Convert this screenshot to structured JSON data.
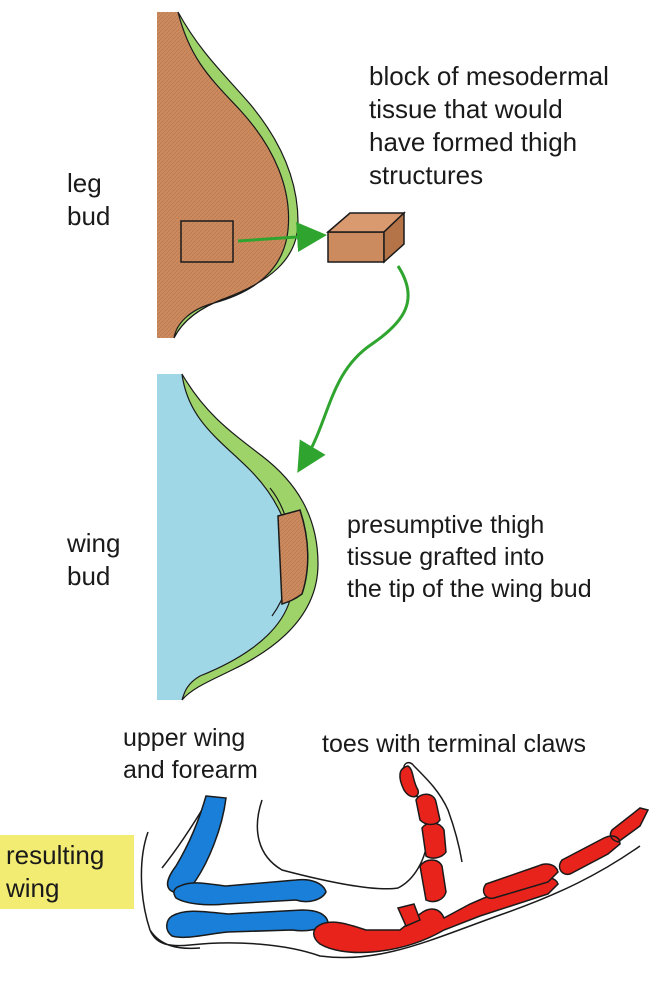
{
  "labels": {
    "leg_bud": [
      "leg",
      "bud"
    ],
    "block": [
      "block of mesodermal",
      "tissue that would",
      "have formed thigh",
      "structures"
    ],
    "wing_bud": [
      "wing",
      "bud"
    ],
    "grafted": [
      "presumptive thigh",
      "tissue grafted into",
      "the tip of the wing bud"
    ],
    "upper_wing": [
      "upper wing",
      "and forearm"
    ],
    "toes": [
      "toes with terminal claws"
    ],
    "resulting_wing": [
      "resulting",
      "wing"
    ]
  },
  "colors": {
    "leg_mesoderm": "#cc8a5f",
    "ectoderm_green": "#9ed36a",
    "wing_mesoderm": "#9fd7e6",
    "arrow_green": "#2fa52f",
    "wing_bones": "#1a7fd8",
    "toe_bones": "#e8231b",
    "label_highlight": "#f3ec73"
  }
}
